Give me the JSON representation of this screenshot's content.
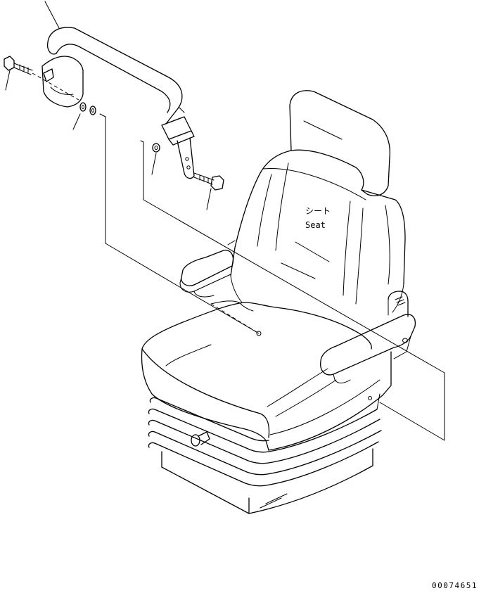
{
  "diagram": {
    "seat_label_jp": "シート",
    "seat_label_en": "Seat",
    "drawing_number": "00074651"
  }
}
